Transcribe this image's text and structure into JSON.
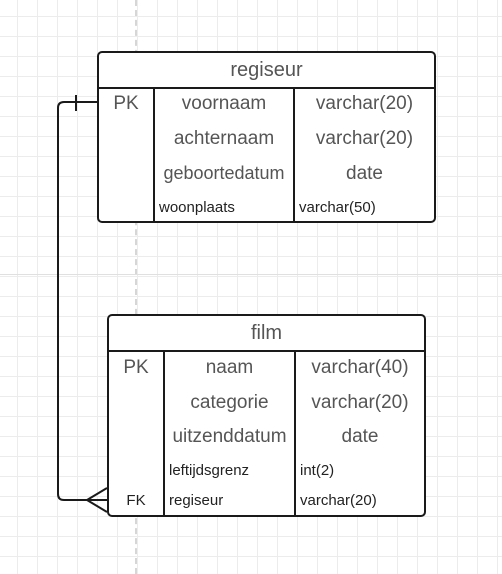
{
  "entities": {
    "regiseur": {
      "title": "regiseur",
      "rows": [
        {
          "key": "PK",
          "name": "voornaam",
          "type": "varchar(20)"
        },
        {
          "key": "",
          "name": "achternaam",
          "type": "varchar(20)"
        },
        {
          "key": "",
          "name": "geboortedatum",
          "type": "date"
        },
        {
          "key": "",
          "name": "woonplaats",
          "type": "varchar(50)"
        }
      ]
    },
    "film": {
      "title": "film",
      "rows": [
        {
          "key": "PK",
          "name": "naam",
          "type": "varchar(40)"
        },
        {
          "key": "",
          "name": "categorie",
          "type": "varchar(20)"
        },
        {
          "key": "",
          "name": "uitzenddatum",
          "type": "date"
        },
        {
          "key": "",
          "name": "leftijdsgrenz",
          "type": "int(2)"
        },
        {
          "key": "FK",
          "name": "regiseur",
          "type": "varchar(20)"
        }
      ]
    }
  },
  "relationship": {
    "from": "regiseur",
    "to": "film",
    "from_cardinality": "one",
    "to_cardinality": "many"
  },
  "colors": {
    "line": "#1a1a1a",
    "text": "#555555",
    "grid": "#ececec"
  }
}
